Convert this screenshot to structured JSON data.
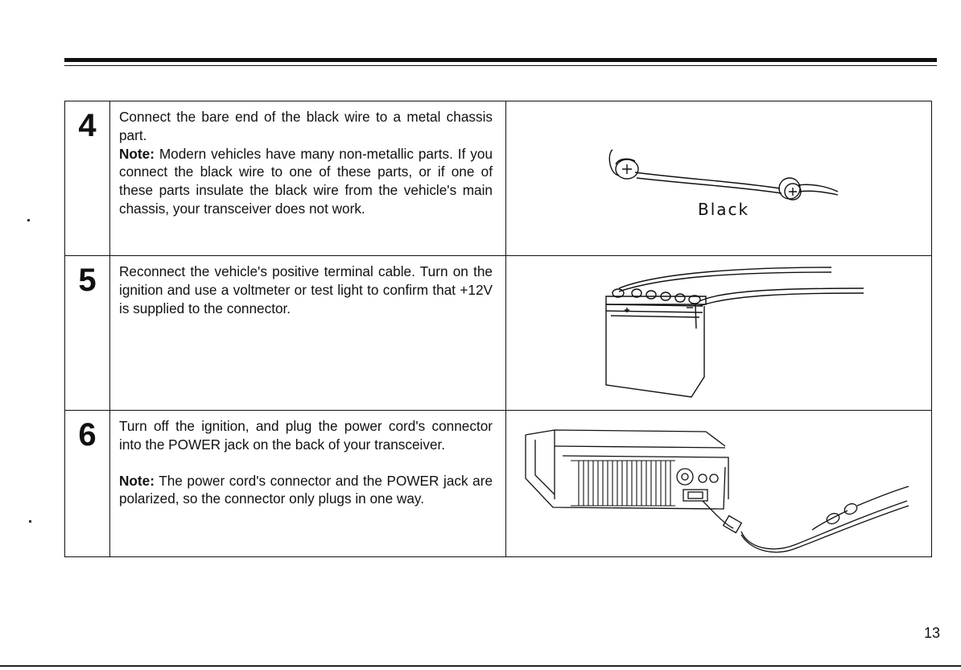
{
  "steps": [
    {
      "number": "4",
      "lines": [
        {
          "type": "text",
          "content": "Connect the bare end of the black wire to a metal chassis part."
        },
        {
          "type": "note",
          "label": "Note:",
          "content": " Modern vehicles have many non-metallic parts. If you connect the black wire to one of these parts, or if one of these parts insulate the black wire from the vehicle's main chassis, your transceiver does not work."
        }
      ],
      "figure_label": "Black"
    },
    {
      "number": "5",
      "lines": [
        {
          "type": "text",
          "content": "Reconnect the vehicle's positive terminal cable. Turn on the ignition and use a voltmeter or test light to confirm that +12V is supplied to the connector."
        }
      ]
    },
    {
      "number": "6",
      "lines": [
        {
          "type": "text",
          "content": "Turn off the ignition, and plug the power cord's connector into the POWER jack on the back of your transceiver."
        },
        {
          "type": "note",
          "label": "Note:",
          "content": " The power cord's connector and the POWER jack are polarized, so the connector only plugs in one way."
        }
      ]
    }
  ],
  "page_number": "13",
  "icons": [
    "ground-wire-figure",
    "battery-figure",
    "transceiver-rear-figure"
  ]
}
